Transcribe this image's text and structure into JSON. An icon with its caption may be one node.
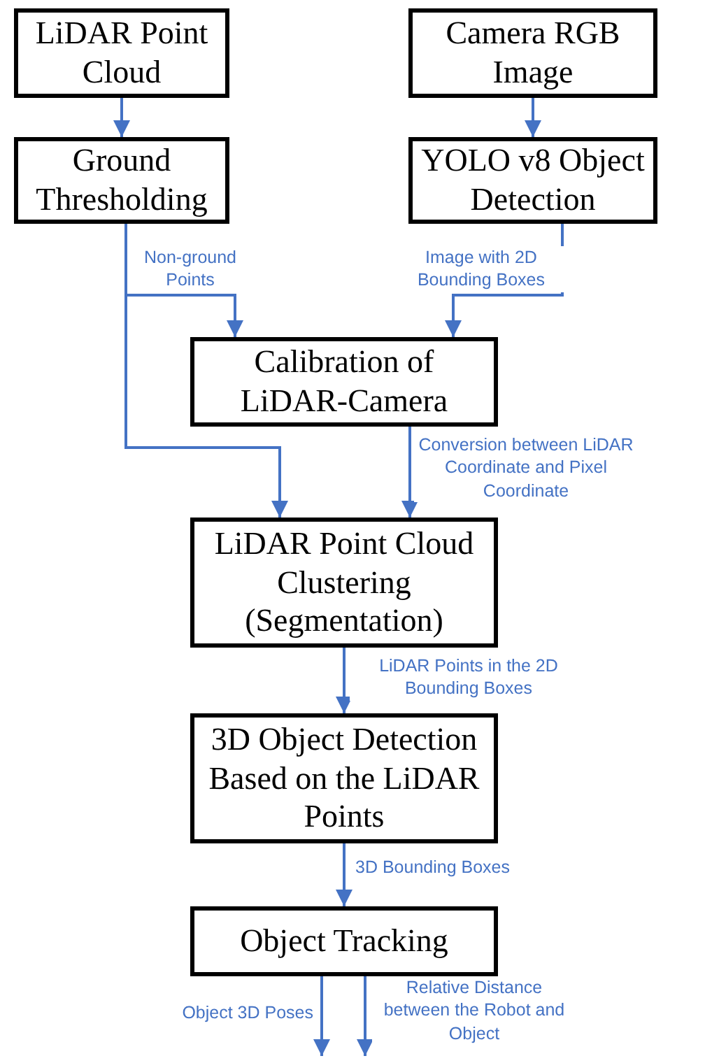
{
  "diagram": {
    "nodes": [
      {
        "text": [
          "LiDAR Point Cloud"
        ]
      },
      {
        "text": [
          "Camera RGB Image"
        ]
      },
      {
        "text": [
          "Ground Thresholding"
        ]
      },
      {
        "text": [
          "YOLO v8 Object Detection"
        ]
      },
      {
        "text": [
          "Calibration of LiDAR-Camera"
        ]
      },
      {
        "text": [
          "LiDAR Point Cloud Clustering (Segmentation)"
        ]
      },
      {
        "text": [
          "3D Object Detection Based on the LiDAR Points"
        ]
      },
      {
        "text": [
          "Object Tracking"
        ]
      }
    ],
    "edges": [
      {
        "from": 0,
        "to": 2,
        "arrow": "to"
      },
      {
        "from": 1,
        "to": 3,
        "arrow": "to"
      },
      {
        "from": 2,
        "to": 4,
        "arrow": "to",
        "label": "Non-ground Points"
      },
      {
        "from": 2,
        "to": 5,
        "arrow": "to"
      },
      {
        "from": 3,
        "to": 4,
        "arrow": "to",
        "label": "Image with 2D Bounding Boxes"
      },
      {
        "from": 4,
        "to": 5,
        "arrow": "to",
        "label": "Conversion between LiDAR Coordinate and Pixel Coordinate"
      },
      {
        "from": 5,
        "to": 6,
        "arrow": "to",
        "label": "LiDAR Points in the 2D Bounding Boxes"
      },
      {
        "from": 6,
        "to": 7,
        "arrow": "to",
        "label": "3D Bounding Boxes"
      },
      {
        "from": 7,
        "to": null,
        "arrow": "to",
        "label": "Object 3D Poses"
      },
      {
        "from": 7,
        "to": null,
        "arrow": "to",
        "label": "Relative Distance between the Robot and Object"
      }
    ]
  }
}
